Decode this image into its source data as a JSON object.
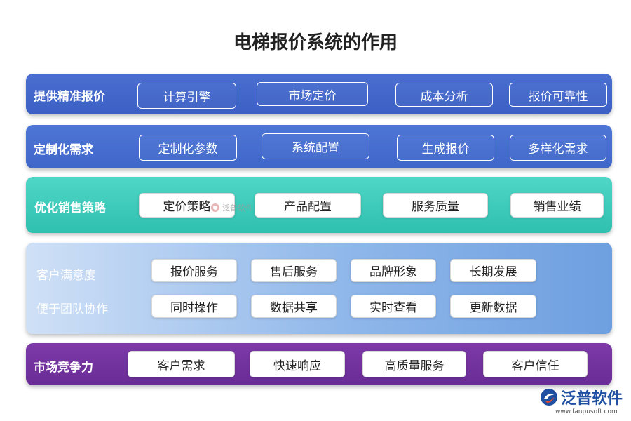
{
  "title": "电梯报价系统的作用",
  "rows": [
    {
      "label": "提供精准报价",
      "items": [
        "计算引擎",
        "市场定价",
        "成本分析",
        "报价可靠性"
      ]
    },
    {
      "label": "定制化需求",
      "items": [
        "定制化参数",
        "系统配置",
        "生成报价",
        "多样化需求"
      ]
    },
    {
      "label": "优化销售策略",
      "items": [
        "定价策略",
        "产品配置",
        "服务质量",
        "销售业绩"
      ]
    },
    {
      "label": "客户满意度",
      "items": [
        "报价服务",
        "售后服务",
        "品牌形象",
        "长期发展"
      ]
    },
    {
      "label": "便于团队协作",
      "items": [
        "同时操作",
        "数据共享",
        "实时查看",
        "更新数据"
      ]
    },
    {
      "label": "市场竞争力",
      "items": [
        "客户需求",
        "快速响应",
        "高质量服务",
        "客户信任"
      ]
    }
  ],
  "watermark": "泛普软件",
  "logo": {
    "name": "泛普软件",
    "url": "www.fanpusoft.com",
    "icon": "fanpu-logo-icon",
    "color": "#1f4fa0"
  },
  "colors": {
    "row1": "#3f63c8",
    "row2": "#4369cc",
    "row3": "#3cc9b9",
    "row4": "#8fb7ea",
    "row5": "#6e3099"
  }
}
